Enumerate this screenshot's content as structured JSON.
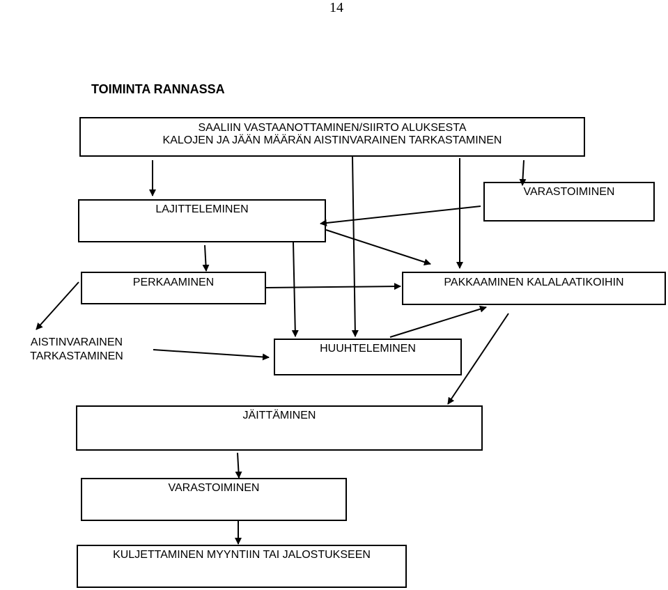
{
  "page_number": "14",
  "title": "TOIMINTA RANNASSA",
  "nodes": {
    "reception": {
      "line1": "SAALIIN VASTAANOTTAMINEN/SIIRTO ALUKSESTA",
      "line2": "KALOJEN JA JÄÄN MÄÄRÄN AISTINVARAINEN TARKASTAMINEN"
    },
    "sorting": "LAJITTELEMINEN",
    "storage_top": "VARASTOIMINEN",
    "gutting": "PERKAAMINEN",
    "packing": "PAKKAAMINEN KALALAATIKOIHIN",
    "inspection": {
      "line1": "AISTINVARAINEN",
      "line2": "TARKASTAMINEN"
    },
    "rinsing": "HUUHTELEMINEN",
    "icing": "JÄITTÄMINEN",
    "storage_bottom": "VARASTOIMINEN",
    "transport": "KULJETTAMINEN MYYNTIIN TAI JALOSTUKSEEN"
  }
}
